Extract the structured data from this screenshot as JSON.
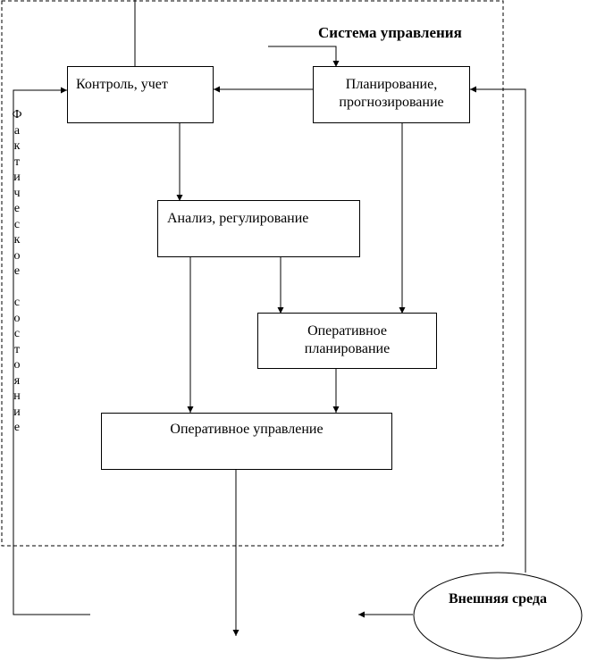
{
  "title": "Система управления",
  "boxes": {
    "control": "Контроль, учет",
    "planning": "Планирование, прогнозирование",
    "analysis": "Анализ, регулирование",
    "op_planning": "Оперативное планирование",
    "op_management": "Оперативное управление"
  },
  "vertical_label": "Фактическое состояние",
  "external": "Внешняя среда"
}
